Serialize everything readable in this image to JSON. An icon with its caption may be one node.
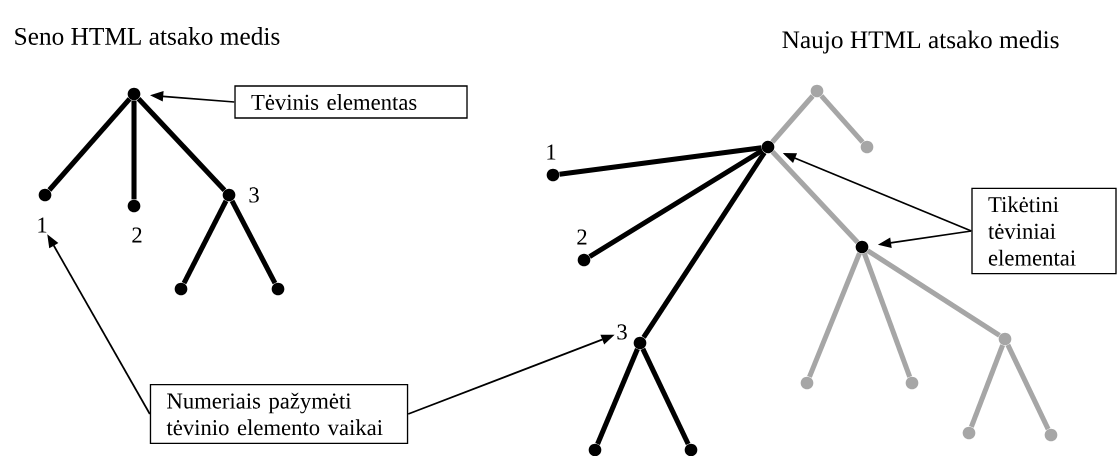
{
  "diagram": {
    "nodes": [
      {
        "text": [
          "Tėvinis elementas"
        ]
      },
      {
        "text": [],
        "shape": "circle"
      },
      {
        "text": [],
        "shape": "circle"
      },
      {
        "text": [],
        "shape": "circle"
      },
      {
        "text": [],
        "shape": "circle"
      },
      {
        "text": [],
        "shape": "circle"
      },
      {
        "text": [],
        "shape": "circle"
      },
      {
        "text": [
          "1"
        ]
      },
      {
        "text": [],
        "shape": "circle"
      },
      {
        "text": [],
        "shape": "circle"
      },
      {
        "text": [],
        "shape": "circle"
      },
      {
        "text": [],
        "shape": "circle"
      },
      {
        "text": [
          "Tikėtini tėviniai elementai"
        ]
      },
      {
        "text": [],
        "shape": "circle"
      },
      {
        "text": [],
        "shape": "circle"
      },
      {
        "text": [],
        "shape": "circle"
      },
      {
        "text": [
          "3"
        ]
      },
      {
        "text": [],
        "shape": "circle"
      },
      {
        "text": [],
        "shape": "circle"
      },
      {
        "text": [],
        "shape": "circle"
      },
      {
        "text": [
          "Numeriais pažymėti tėvinio elemento vaikai"
        ]
      },
      {
        "text": [],
        "shape": "circle"
      },
      {
        "text": [],
        "shape": "circle"
      },
      {
        "text": [],
        "shape": "circle"
      },
      {
        "text": [],
        "shape": "circle"
      }
    ],
    "edges": [
      {
        "from": 1,
        "to": 2,
        "arrow": "none"
      },
      {
        "from": 1,
        "to": 3,
        "arrow": "none"
      },
      {
        "from": 1,
        "to": 4,
        "arrow": "none"
      },
      {
        "from": 4,
        "to": 5,
        "arrow": "none"
      },
      {
        "from": 4,
        "to": 6,
        "arrow": "none"
      },
      {
        "from": 8,
        "to": 9,
        "arrow": "none",
        "color": "#a6a6a6"
      },
      {
        "from": 8,
        "to": 10,
        "arrow": "none",
        "color": "#a6a6a6"
      },
      {
        "from": 9,
        "to": 11,
        "arrow": "none"
      },
      {
        "from": 9,
        "to": 14,
        "arrow": "none"
      },
      {
        "from": 9,
        "to": 17,
        "arrow": "none"
      },
      {
        "from": 9,
        "to": 13,
        "arrow": "none",
        "color": "#a6a6a6"
      },
      {
        "from": 17,
        "to": 23,
        "arrow": "none"
      },
      {
        "from": 17,
        "to": 24,
        "arrow": "none"
      },
      {
        "from": 13,
        "to": 18,
        "arrow": "none",
        "color": "#a6a6a6"
      },
      {
        "from": 13,
        "to": 19,
        "arrow": "none",
        "color": "#a6a6a6"
      },
      {
        "from": 13,
        "to": 15,
        "arrow": "none",
        "color": "#a6a6a6"
      },
      {
        "from": 15,
        "to": 21,
        "arrow": "none",
        "color": "#a6a6a6"
      },
      {
        "from": 15,
        "to": 22,
        "arrow": "none",
        "color": "#a6a6a6"
      },
      {
        "from": 0,
        "to": 1,
        "arrow": "to"
      },
      {
        "from": 12,
        "to": 9,
        "arrow": "to"
      },
      {
        "from": 12,
        "to": 13,
        "arrow": "to"
      },
      {
        "from": 20,
        "to": 7,
        "arrow": "to"
      },
      {
        "from": 20,
        "to": 16,
        "arrow": "to"
      }
    ],
    "labels": [
      "Seno HTML atsako medis",
      "Naujo HTML atsako medis",
      "3",
      "2",
      "1",
      "2"
    ]
  }
}
